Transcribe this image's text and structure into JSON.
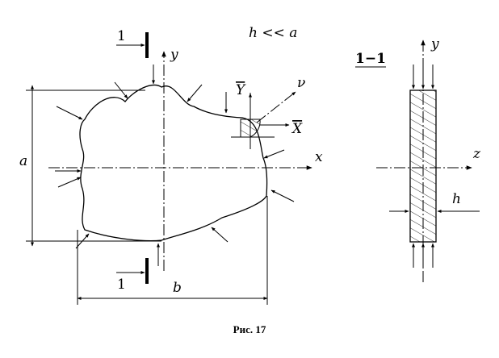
{
  "labels": {
    "relation": "h << a",
    "section_name": "1−1",
    "cut_mark": "1",
    "axis_y": "y",
    "axis_x": "x",
    "axis_z": "z",
    "normal": "ν",
    "force_y": "Y",
    "force_x": "X",
    "dim_a": "a",
    "dim_b": "b",
    "dim_h": "h"
  },
  "caption": "Рис. 17"
}
